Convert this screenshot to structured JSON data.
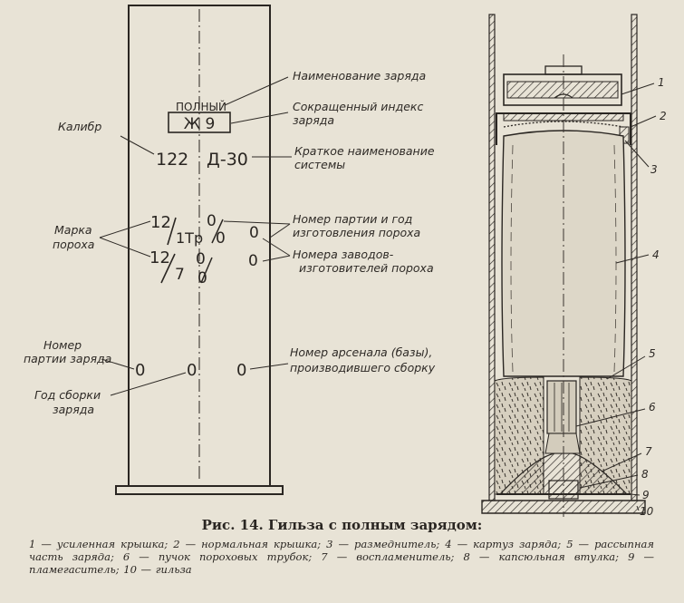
{
  "left_figure": {
    "stamp": {
      "charge_word": "ПОЛНЫЙ",
      "index": "Ж 9",
      "caliber": "122",
      "system": "Д-30",
      "powder1": {
        "numerator": "12",
        "denominator": "1Тр",
        "batch": "0",
        "batch_den": "0",
        "plant": "0"
      },
      "powder2": {
        "numerator": "12",
        "denominator": "7",
        "batch": "0",
        "batch_den": "0",
        "plant": "0"
      },
      "zeros": [
        "0",
        "0",
        "0"
      ]
    },
    "labels": {
      "charge_name": "Наименование заряда",
      "short_index_1": "Сокращенный индекс",
      "short_index_2": "заряда",
      "caliber": "Калибр",
      "system_1": "Краткое наименование",
      "system_2": "системы",
      "powder_mark_1": "Марка",
      "powder_mark_2": "пороха",
      "batch_1": "Номер партии и год",
      "batch_2": "изготовления пороха",
      "plant_1": "Номера заводов-",
      "plant_2": "изготовителей пороха",
      "charge_batch_1": "Номер",
      "charge_batch_2": "партии заряда",
      "arsenal_1": "Номер арсенала (базы),",
      "arsenal_2": "производившего сборку",
      "assembly_year_1": "Год сборки",
      "assembly_year_2": "заряда"
    }
  },
  "right_figure": {
    "numbers": [
      "1",
      "2",
      "3",
      "4",
      "5",
      "6",
      "7",
      "8",
      "9",
      "10"
    ]
  },
  "caption": {
    "title": "Рис. 14. Гильза с полным зарядом:",
    "legend": "1 — усиленная крышка; 2 — нормальная крышка; 3 — размеднитель; 4 — картуз заряда; 5 — рассыпная часть заряда; 6 — пучок пороховых трубок; 7 — воспламенитель; 8 — капсюльная втулка; 9 — пламегаситель; 10 — гильза"
  }
}
